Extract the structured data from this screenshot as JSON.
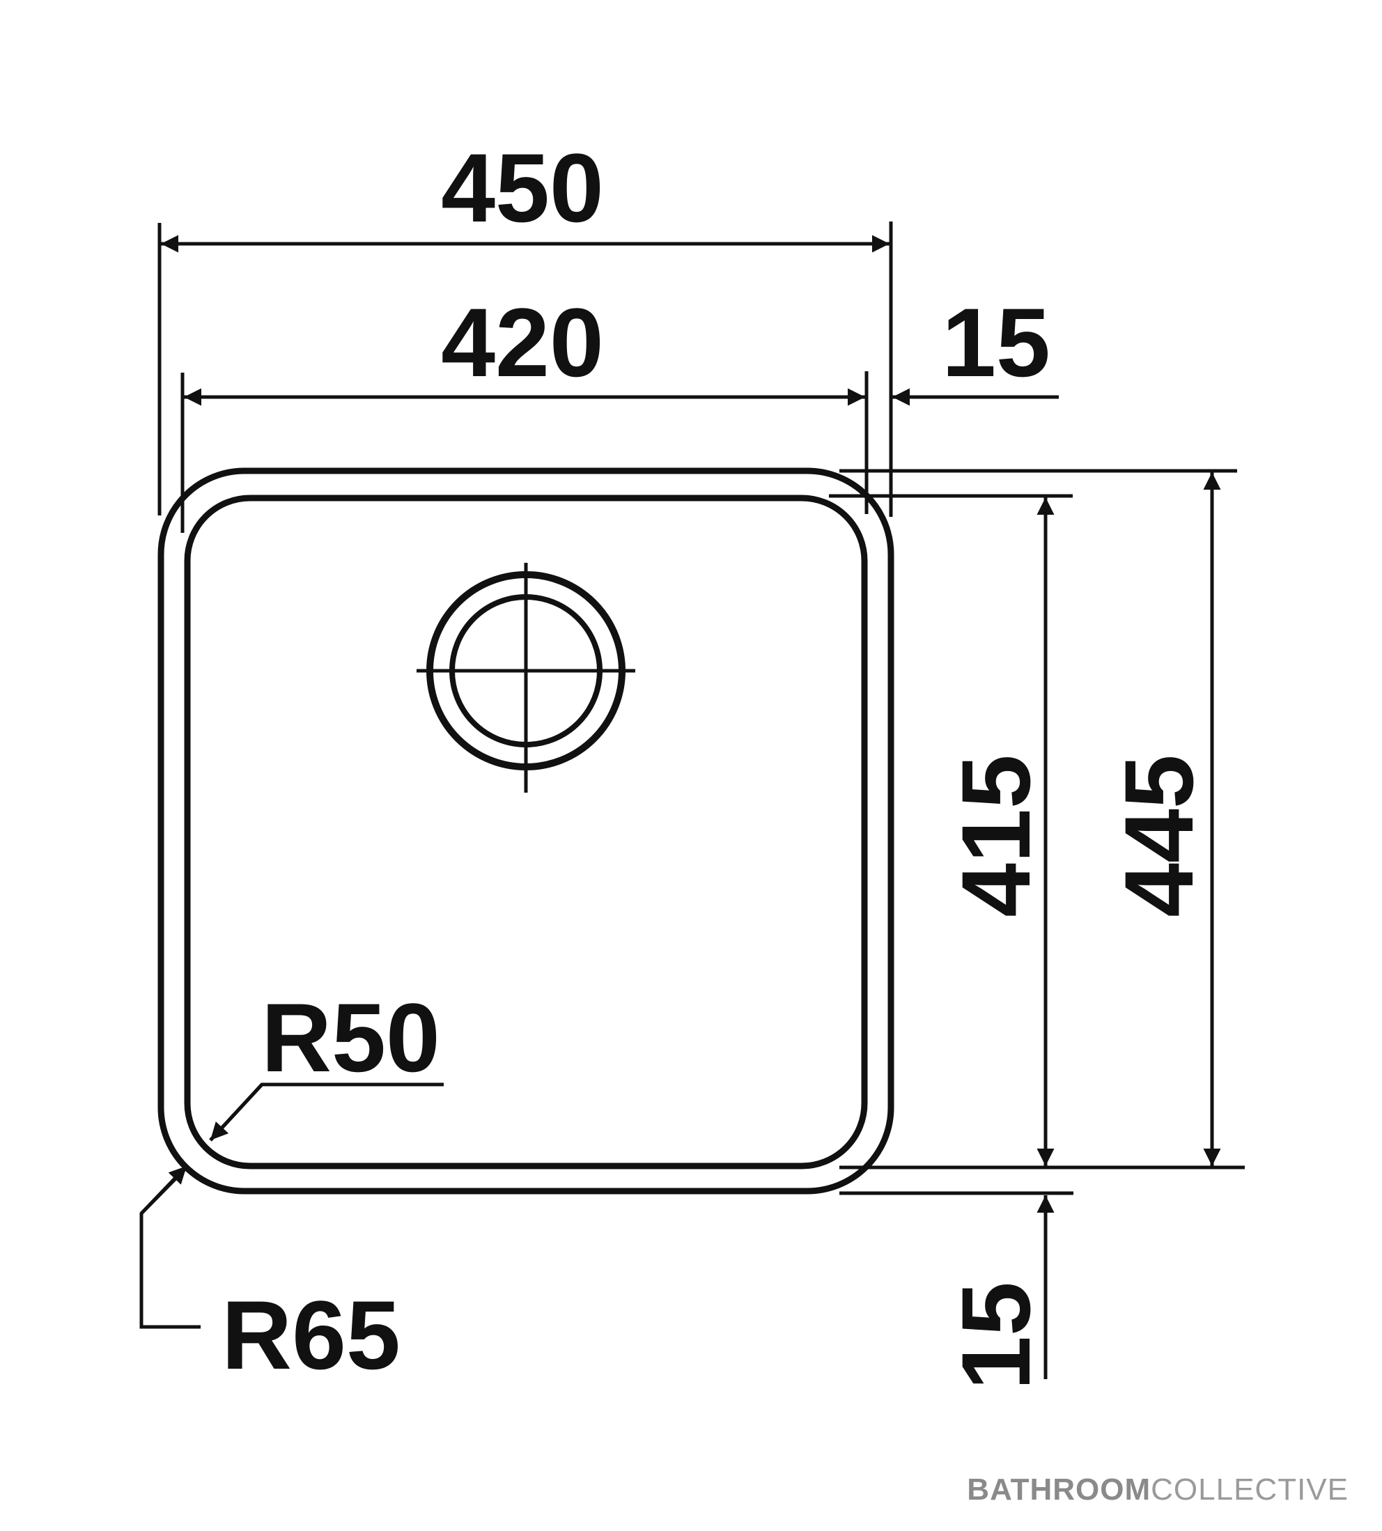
{
  "dimensions": {
    "overall_width": "450",
    "inner_width": "420",
    "rim_width": "15",
    "inner_depth": "415",
    "overall_depth": "445",
    "bottom_rim": "15",
    "inner_radius": "R50",
    "outer_radius": "R65"
  },
  "brand": {
    "primary": "BATHROOM",
    "secondary": "COLLECTIVE"
  },
  "colors": {
    "line": "#111111",
    "background": "#ffffff",
    "brand": "#8a8a8a"
  }
}
